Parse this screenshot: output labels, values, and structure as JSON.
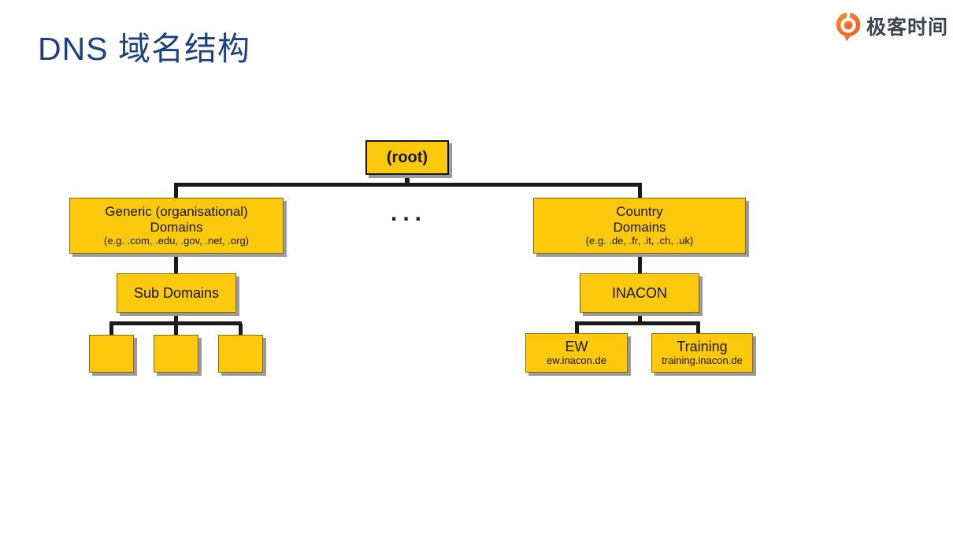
{
  "page": {
    "title": "DNS 域名结构"
  },
  "logo": {
    "text": "极客时间",
    "icon": "geektime-logo-icon",
    "brand_orange": "#f4660e",
    "text_color": "#3d4350"
  },
  "colors": {
    "title": "#21417e",
    "box_fill": "#fcc90d",
    "box_border": "#8a6a00",
    "root_border": "#141414",
    "connector": "#1b1b1b",
    "shadow": "#9a9a9a",
    "background": "#ffffff"
  },
  "diagram": {
    "ellipsis": "...",
    "nodes": {
      "root": {
        "label": "(root)"
      },
      "generic": {
        "line1": "Generic (organisational)",
        "line2": "Domains",
        "note": "(e.g. .com, .edu, .gov, .net, .org)"
      },
      "country": {
        "line1": "Country",
        "line2": "Domains",
        "note": "(e.g. .de, .fr, .it, .ch, .uk)"
      },
      "sub": {
        "label": "Sub Domains"
      },
      "inacon": {
        "label": "INACON"
      },
      "ew": {
        "label": "EW",
        "note": "ew.inacon.de"
      },
      "training": {
        "label": "Training",
        "note": "training.inacon.de"
      }
    }
  }
}
